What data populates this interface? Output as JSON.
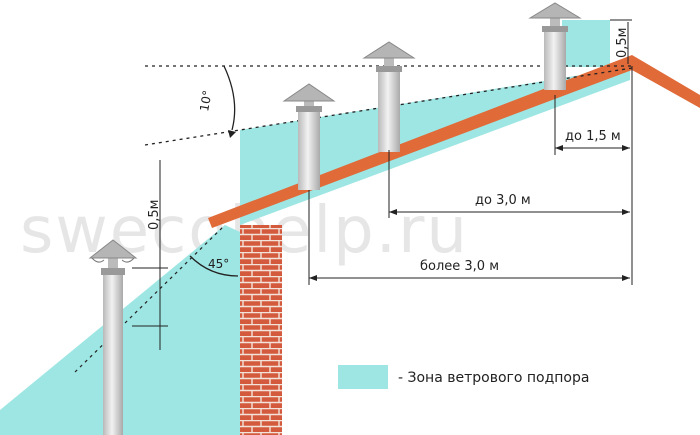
{
  "watermark": "swecohelp.ru",
  "angles": {
    "ten": "10°",
    "fortyfive": "45°"
  },
  "dimensions": {
    "top_half_m": "0,5м",
    "left_half_m": "0,5м",
    "up_to_1_5": "до 1,5 м",
    "up_to_3_0": "до 3,0 м",
    "over_3_0": "более 3,0 м"
  },
  "legend": {
    "text": "- Зона ветрового подпора",
    "swatch_color": "#9ee6e3"
  },
  "colors": {
    "zone": "#9ee6e3",
    "roof": "#e06a38",
    "brick": "#d0563a",
    "pipe": "#c9c9c9"
  }
}
